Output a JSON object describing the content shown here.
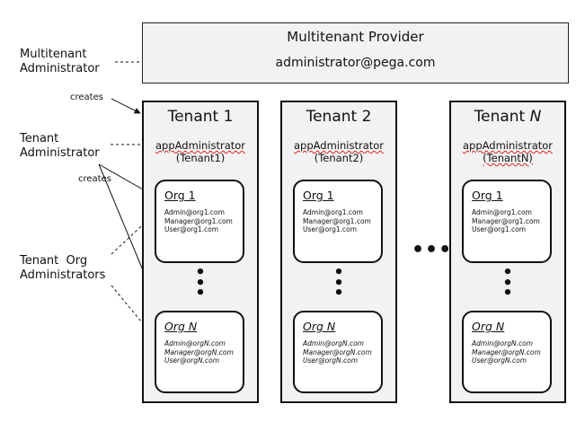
{
  "provider": {
    "title": "Multitenant Provider",
    "email": "administrator@pega.com"
  },
  "labels": {
    "multitenant_admin_line1": "Multitenant",
    "multitenant_admin_line2": "Administrator",
    "creates_1": "creates",
    "tenant_admin_line1": "Tenant",
    "tenant_admin_line2": "Administrator",
    "creates_2": "creates",
    "tenant_org_admins_line1": "Tenant  Org",
    "tenant_org_admins_line2": "Administrators"
  },
  "tenants": [
    {
      "title": "Tenant 1",
      "admin": "appAdministrator",
      "admin_scope": "(Tenant1)",
      "org1": {
        "title": "Org 1",
        "users": [
          "Admin@org1.com",
          "Manager@org1.com",
          "User@org1.com"
        ]
      },
      "orgN": {
        "title": "Org N",
        "users": [
          "Admin@orgN.com",
          "Manager@orgN.com",
          "User@orgN.com"
        ]
      }
    },
    {
      "title": "Tenant 2",
      "admin": "appAdministrator",
      "admin_scope": "(Tenant2)",
      "org1": {
        "title": "Org 1",
        "users": [
          "Admin@org1.com",
          "Manager@org1.com",
          "User@org1.com"
        ]
      },
      "orgN": {
        "title": "Org N",
        "users": [
          "Admin@orgN.com",
          "Manager@orgN.com",
          "User@orgN.com"
        ]
      }
    },
    {
      "title_prefix": "Tenant",
      "title_suffix": "N",
      "admin": "appAdministrator",
      "admin_scope": "(TenantN)",
      "org1": {
        "title": "Org 1",
        "users": [
          "Admin@org1.com",
          "Manager@org1.com",
          "User@org1.com"
        ]
      },
      "orgN": {
        "title": "Org N",
        "users": [
          "Admin@orgN.com",
          "Manager@orgN.com",
          "User@orgN.com"
        ]
      }
    }
  ],
  "ellipsis_vertical": "•\n•\n•",
  "ellipsis_horizontal": "•••"
}
